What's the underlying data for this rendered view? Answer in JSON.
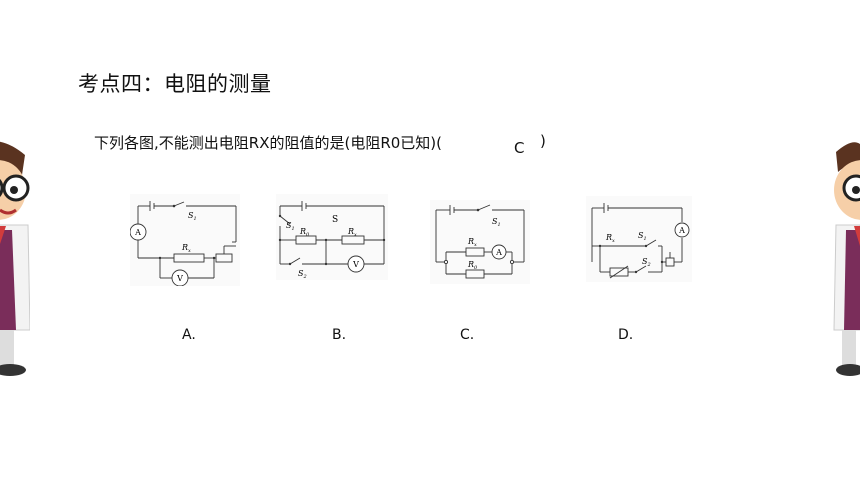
{
  "title": "考点四：电阻的测量",
  "question": "下列各图,不能测出电阻RX的阻值的是(电阻R0已知)(",
  "answer": "C",
  "paren_close": ")",
  "circuits": {
    "a": {
      "s1": "S",
      "s1_sub": "1",
      "rx": "R",
      "rx_sub": "x",
      "ammeter": "A",
      "voltmeter": "V"
    },
    "b": {
      "s": "S",
      "s1": "S",
      "s1_sub": "1",
      "s2": "S",
      "s2_sub": "2",
      "r0": "R",
      "r0_sub": "0",
      "rx": "R",
      "rx_sub": "x",
      "voltmeter": "V"
    },
    "c": {
      "s1": "S",
      "s1_sub": "1",
      "rx": "R",
      "rx_sub": "x",
      "r0": "R",
      "r0_sub": "0",
      "ammeter": "A"
    },
    "d": {
      "rx": "R",
      "rx_sub": "x",
      "s1": "S",
      "s1_sub": "1",
      "s2": "S",
      "s2_sub": "2",
      "ammeter": "A"
    }
  },
  "options": [
    "A.",
    "B.",
    "C.",
    "D."
  ]
}
